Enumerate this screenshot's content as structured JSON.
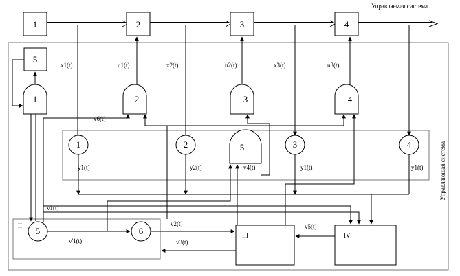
{
  "managed_system_label": "Управляемая система",
  "control_system_label": "Управляющая система",
  "top_blocks": [
    "1",
    "2",
    "3",
    "4"
  ],
  "block5_label": "5",
  "gates": [
    "1",
    "2",
    "3",
    "4"
  ],
  "sensors": [
    "1",
    "2",
    "5",
    "3",
    "4"
  ],
  "node5": "5",
  "node6": "6",
  "roman": {
    "ii": "II",
    "iii": "III",
    "iv": "IV"
  },
  "signals": {
    "x1": "x1(t)",
    "u1": "u1(t)",
    "x2": "x2(t)",
    "u2": "u2(t)",
    "x3": "x3(t)",
    "u3": "u3(t)",
    "v6": "v6(t)",
    "y1a": "y1(t)",
    "y2": "y2(t)",
    "v4": "v4(t)",
    "y1b": "y1(t)",
    "y1c": "y1(t)",
    "v1": "v1(t)",
    "v2": "v2(t)",
    "v5": "v5(t)",
    "v3": "v3(t)",
    "vp1": "v'1(t)"
  }
}
